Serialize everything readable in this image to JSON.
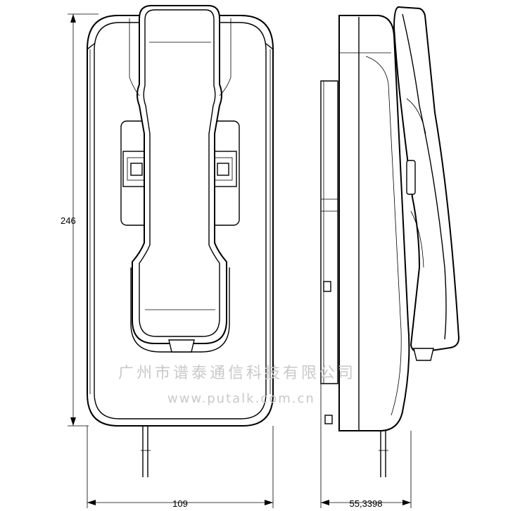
{
  "dimensions": {
    "height": "246",
    "width": "109",
    "depth": "55,3398"
  },
  "watermark": {
    "company": "广州市谱泰通信科技有限公司",
    "url": "www.putalk.com.cn"
  },
  "colors": {
    "line": "#000000",
    "watermark": "#c9c9c9",
    "background": "#ffffff"
  }
}
